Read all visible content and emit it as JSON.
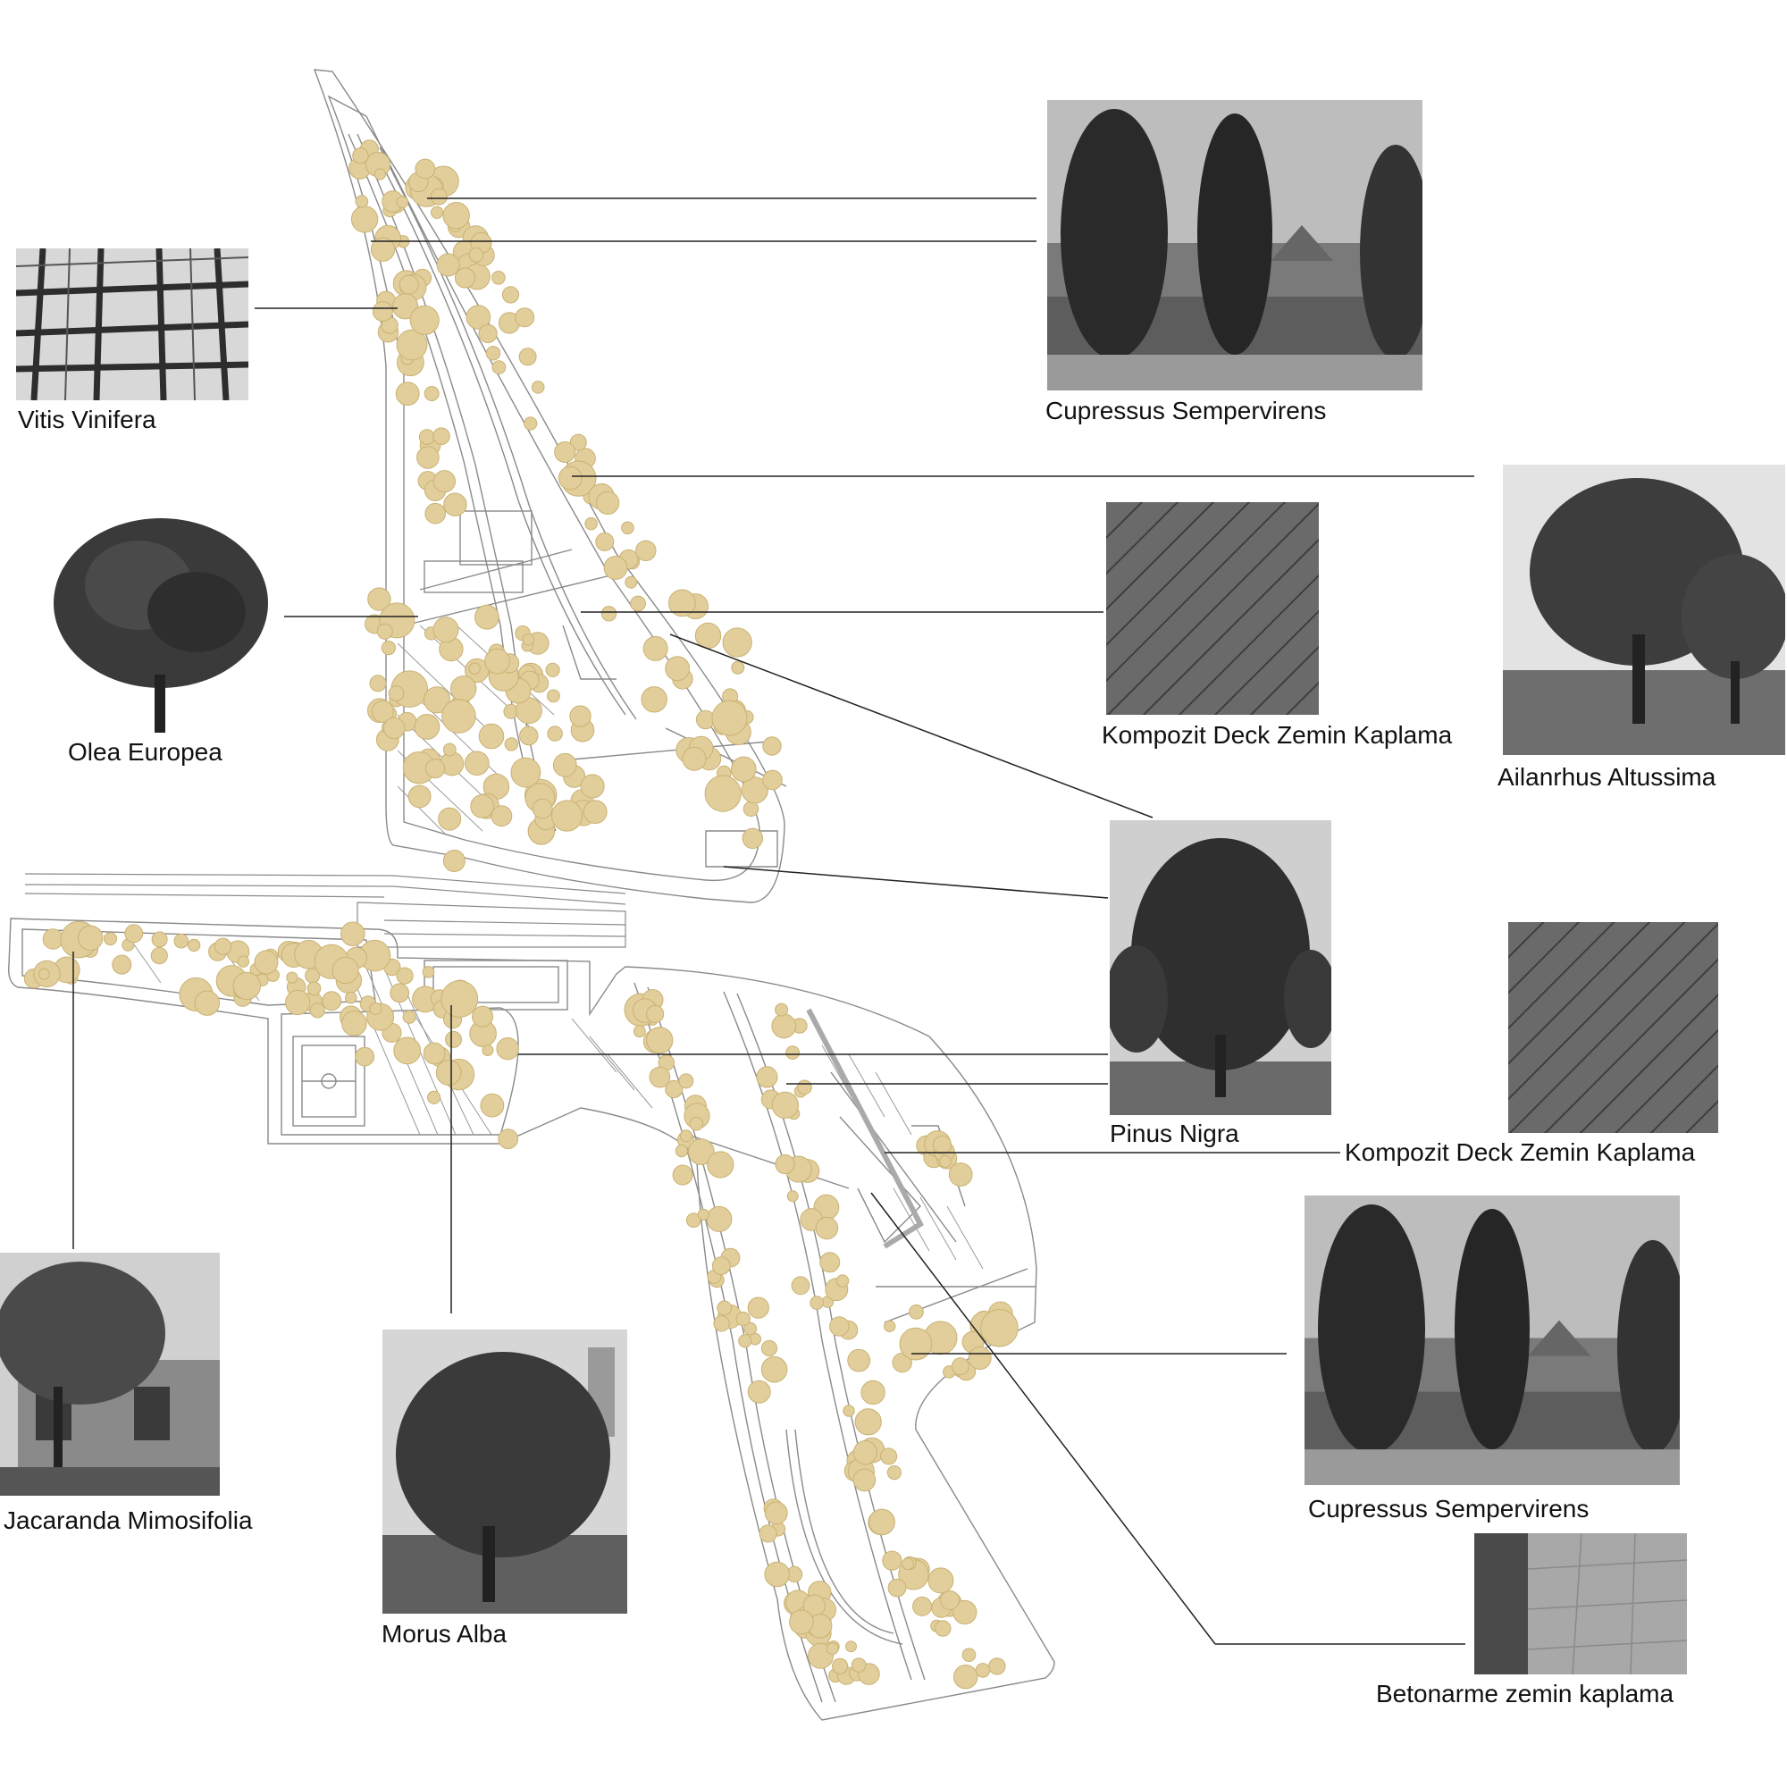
{
  "colors": {
    "tree_fill": "#e2ce9a",
    "tree_stroke": "#c9b275",
    "outline": "#8a8a8a",
    "leader": "#222222"
  },
  "labels": {
    "cupressus_top": "Cupressus Sempervirens",
    "vitis": "Vitis Vinifera",
    "olea": "Olea Europea",
    "deck_top": "Kompozit Deck Zemin Kaplama",
    "ailanthus": "Ailanrhus Altussima",
    "pinus": "Pinus Nigra",
    "deck_bottom": "Kompozit Deck Zemin Kaplama",
    "jacaranda": "Jacaranda Mimosifolia",
    "morus": "Morus Alba",
    "cupressus_bottom": "Cupressus Sempervirens",
    "concrete": "Betonarme zemin kaplama"
  },
  "photos": [
    {
      "id": "cupressus-top",
      "kind": "cypress"
    },
    {
      "id": "vitis",
      "kind": "pergola"
    },
    {
      "id": "olea",
      "kind": "tree-round"
    },
    {
      "id": "deck-top",
      "kind": "deck"
    },
    {
      "id": "ailanthus",
      "kind": "tree-wide"
    },
    {
      "id": "pinus",
      "kind": "pine"
    },
    {
      "id": "deck-bottom",
      "kind": "deck"
    },
    {
      "id": "jacaranda",
      "kind": "house-tree"
    },
    {
      "id": "morus",
      "kind": "tree-weeping"
    },
    {
      "id": "cupressus-bottom",
      "kind": "cypress"
    },
    {
      "id": "concrete",
      "kind": "paving"
    }
  ]
}
